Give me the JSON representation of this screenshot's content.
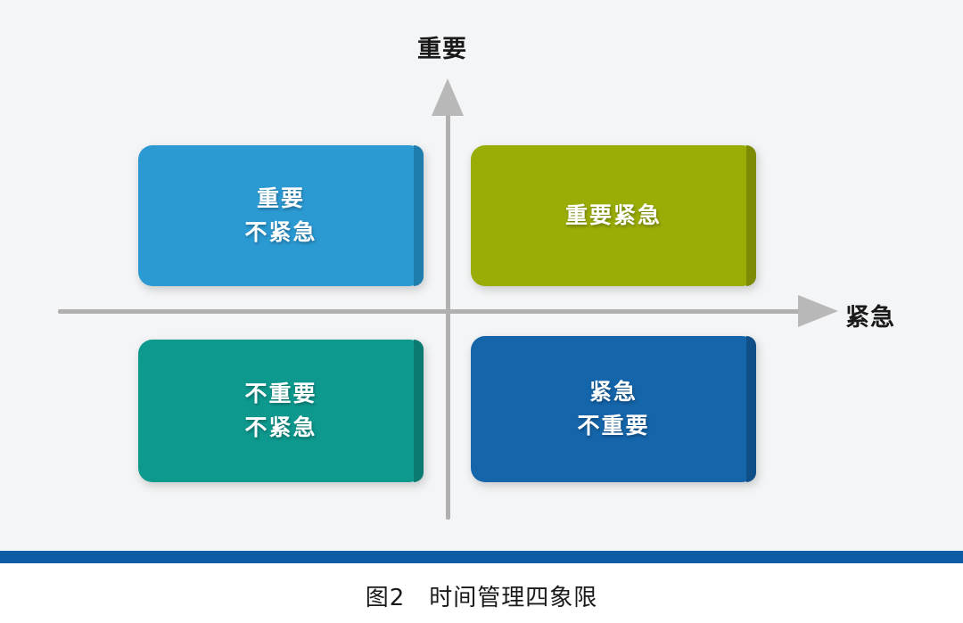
{
  "figure": {
    "background_color": "#f4f5f6",
    "caption": "图2　时间管理四象限",
    "divider_color": "#0d5ca5",
    "axes": {
      "vertical_label": "重要",
      "horizontal_label": "紧急",
      "axis_color": "#b0b0b0",
      "vertical_arrow_icon": "arrow-up-icon",
      "horizontal_arrow_icon": "arrow-right-icon"
    },
    "quadrants": [
      {
        "id": "important-not-urgent",
        "position": "top-left",
        "line1": "重要",
        "line2": "不紧急",
        "color": "#2b9ad3",
        "bevel_color": "#1f7dad"
      },
      {
        "id": "important-urgent",
        "position": "top-right",
        "line1": "重要紧急",
        "line2": "",
        "color": "#9aac06",
        "bevel_color": "#7c8a04"
      },
      {
        "id": "not-important-not-urgent",
        "position": "bottom-left",
        "line1": "不重要",
        "line2": "不紧急",
        "color": "#0e998e",
        "bevel_color": "#0b7a71"
      },
      {
        "id": "urgent-not-important",
        "position": "bottom-right",
        "line1": "紧急",
        "line2": "不重要",
        "color": "#1565ab",
        "bevel_color": "#0f4e86"
      }
    ]
  }
}
